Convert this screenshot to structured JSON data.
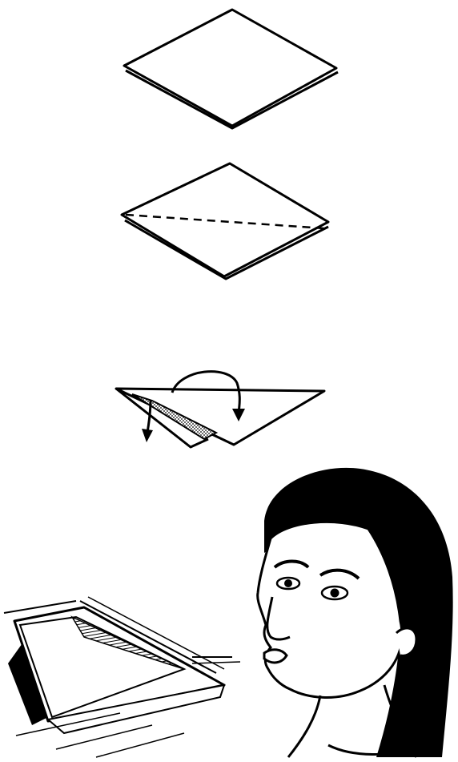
{
  "illustration": {
    "ink_color": "#000000",
    "paper_color": "#ffffff",
    "steps": [
      {
        "name": "flat-square-paper"
      },
      {
        "name": "square-with-dashed-diagonal-fold-line"
      },
      {
        "name": "fold-in-half-into-triangle"
      },
      {
        "name": "person-blowing-folded-paper"
      }
    ]
  }
}
